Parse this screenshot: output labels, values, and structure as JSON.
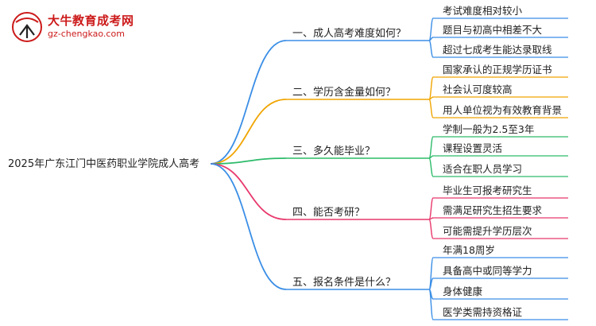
{
  "logo": {
    "title": "大牛教育成考网",
    "url": "gz-chengkao.com",
    "colors": {
      "primary": "#cc1a1a"
    }
  },
  "root": {
    "label": "2025年广东江门中医药职业学院成人高考"
  },
  "branches": [
    {
      "label": "一、成人高考难度如何？",
      "color": "#3a8ee6",
      "leaves": [
        "考试难度相对较小",
        "题目与初高中相差不大",
        "超过七成考生能达录取线"
      ]
    },
    {
      "label": "二、学历含金量如何？",
      "color": "#f0a500",
      "leaves": [
        "国家承认的正规学历证书",
        "社会认可度较高",
        "用人单位视为有效教育背景"
      ]
    },
    {
      "label": "三、多久能毕业？",
      "color": "#2dbb6a",
      "leaves": [
        "学制一般为2.5至3年",
        "课程设置灵活",
        "适合在职人员学习"
      ]
    },
    {
      "label": "四、能否考研？",
      "color": "#e8386c",
      "leaves": [
        "毕业生可报考研究生",
        "需满足研究生招生要求",
        "可能需提升学历层次"
      ]
    },
    {
      "label": "五、报名条件是什么？",
      "color": "#3a8ee6",
      "leaves": [
        "年满18周岁",
        "具备高中或同等学力",
        "身体健康",
        "医学类需持资格证"
      ]
    }
  ]
}
